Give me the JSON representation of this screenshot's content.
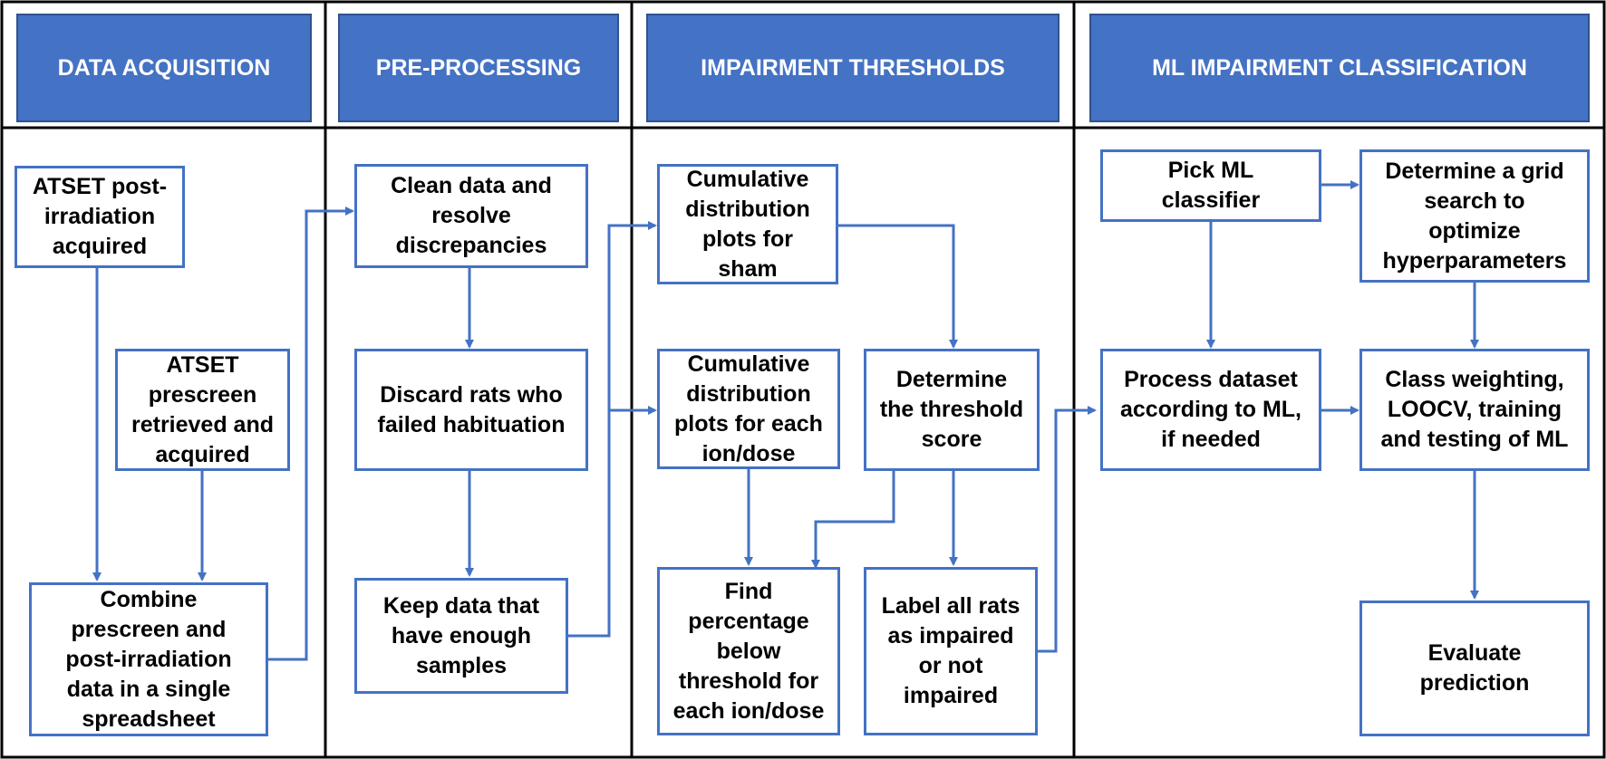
{
  "colors": {
    "header_fill": "#4472C4",
    "box_border": "#4472C4",
    "arrow": "#4472C4",
    "frame": "#000000"
  },
  "headers": {
    "data_acquisition": "DATA ACQUISITION",
    "pre_processing": "PRE-PROCESSING",
    "impairment_thresholds": "IMPAIRMENT THRESHOLDS",
    "ml_classification": "ML IMPAIRMENT CLASSIFICATION"
  },
  "boxes": {
    "atset_post": "ATSET post-\nirradiation\nacquired",
    "atset_prescreen": "ATSET\nprescreen\nretrieved and\nacquired",
    "combine": "Combine\nprescreen and\npost-irradiation\ndata in a single\nspreadsheet",
    "clean_data": "Clean data and\nresolve\ndiscrepancies",
    "discard_rats": "Discard rats who\nfailed habituation",
    "keep_data": "Keep data that\nhave enough\nsamples",
    "cdf_sham": "Cumulative\ndistribution\nplots for\nsham",
    "cdf_ion": "Cumulative\ndistribution\nplots for each\nion/dose",
    "determine_threshold": "Determine\nthe threshold\nscore",
    "find_percentage": "Find\npercentage\nbelow\nthreshold for\neach ion/dose",
    "label_rats": "Label all rats\nas impaired\nor not\nimpaired",
    "pick_ml": "Pick ML\nclassifier",
    "grid_search": "Determine a grid\nsearch to\noptimize\nhyperparameters",
    "process_dataset": "Process dataset\naccording to ML,\nif needed",
    "class_weighting": "Class weighting,\nLOOCV, training\nand testing of ML",
    "evaluate": "Evaluate\nprediction"
  }
}
